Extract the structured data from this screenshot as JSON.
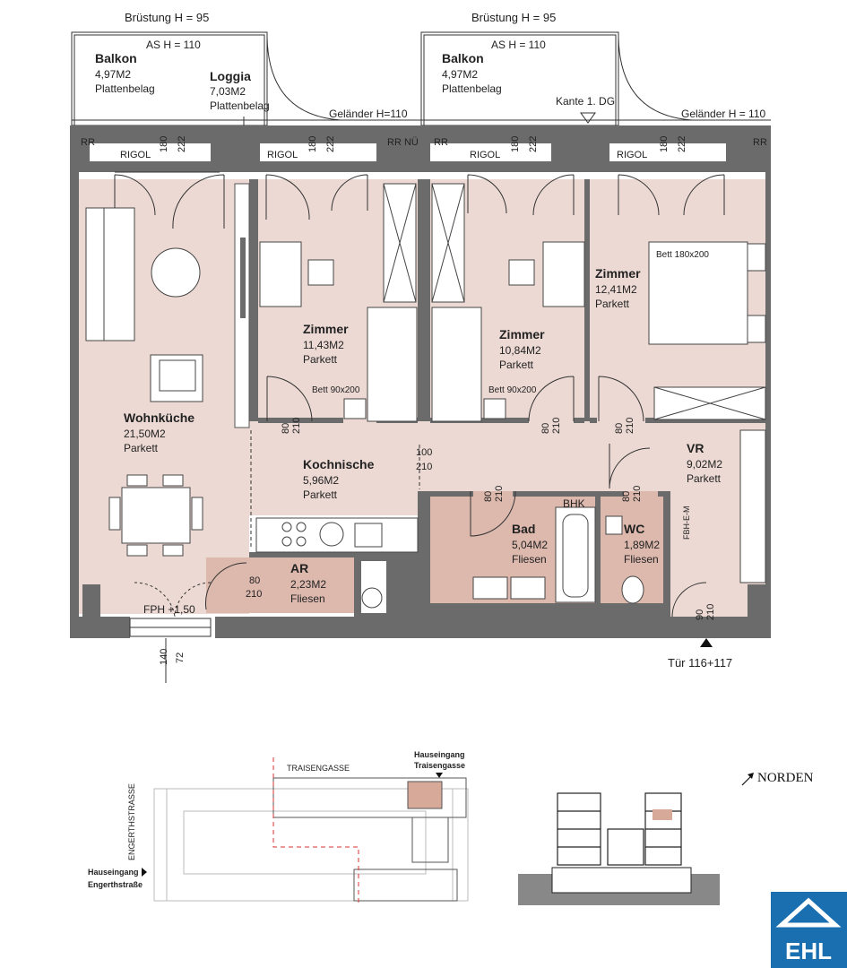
{
  "rooms": {
    "balkon_left": {
      "name": "Balkon",
      "area": "4,97M2",
      "floor": "Plattenbelag"
    },
    "loggia": {
      "name": "Loggia",
      "area": "7,03M2",
      "floor": "Plattenbelag"
    },
    "balkon_right": {
      "name": "Balkon",
      "area": "4,97M2",
      "floor": "Plattenbelag"
    },
    "wohnkueche": {
      "name": "Wohnküche",
      "area": "21,50M2",
      "floor": "Parkett"
    },
    "zimmer1": {
      "name": "Zimmer",
      "area": "11,43M2",
      "floor": "Parkett"
    },
    "zimmer2": {
      "name": "Zimmer",
      "area": "10,84M2",
      "floor": "Parkett"
    },
    "zimmer3": {
      "name": "Zimmer",
      "area": "12,41M2",
      "floor": "Parkett"
    },
    "kochnische": {
      "name": "Kochnische",
      "area": "5,96M2",
      "floor": "Parkett"
    },
    "ar": {
      "name": "AR",
      "area": "2,23M2",
      "floor": "Fliesen"
    },
    "bad": {
      "name": "Bad",
      "area": "5,04M2",
      "floor": "Fliesen"
    },
    "wc": {
      "name": "WC",
      "area": "1,89M2",
      "floor": "Fliesen"
    },
    "vr": {
      "name": "VR",
      "area": "9,02M2",
      "floor": "Parkett"
    }
  },
  "labels": {
    "bruestung_left": "Brüstung H = 95",
    "bruestung_right": "Brüstung H = 95",
    "as_left": "AS H = 110",
    "as_right": "AS H = 110",
    "gelaender_left": "Geländer H=110",
    "gelaender_right": "Geländer H = 110",
    "kante": "Kante 1. DG",
    "rr1": "RR",
    "rr2": "RR NÜ",
    "rr3": "RR",
    "rr4": "RR",
    "rigol1": "RIGOL",
    "rigol2": "RIGOL",
    "rigol3": "RIGOL",
    "rigol4": "RIGOL",
    "bett1": "Bett 90x200",
    "bett2": "Bett 90x200",
    "bett3": "Bett 180x200",
    "bhk": "BHK",
    "fbh": "FBH-E-M",
    "fph": "FPH +1,50",
    "tuer": "Tür 116+117",
    "d180": "180",
    "d222": "222",
    "d80": "80",
    "d210": "210",
    "d100": "100",
    "d90": "90",
    "d140": "140",
    "d72": "72"
  },
  "site": {
    "traisengasse": "TRAISENGASSE",
    "engerthstrasse": "ENGERTHSTRASSE",
    "eingang_traisen_1": "Hauseingang",
    "eingang_traisen_2": "Traisengasse",
    "eingang_engerth_1": "Hauseingang",
    "eingang_engerth_2": "Engerthstraße",
    "norden": "NORDEN"
  },
  "logo": {
    "text": "EHL",
    "color": "#1a6fb0"
  },
  "colors": {
    "room": "#ecd9d3",
    "wet": "#dcb8ad",
    "wall": "#6b6b6b"
  }
}
